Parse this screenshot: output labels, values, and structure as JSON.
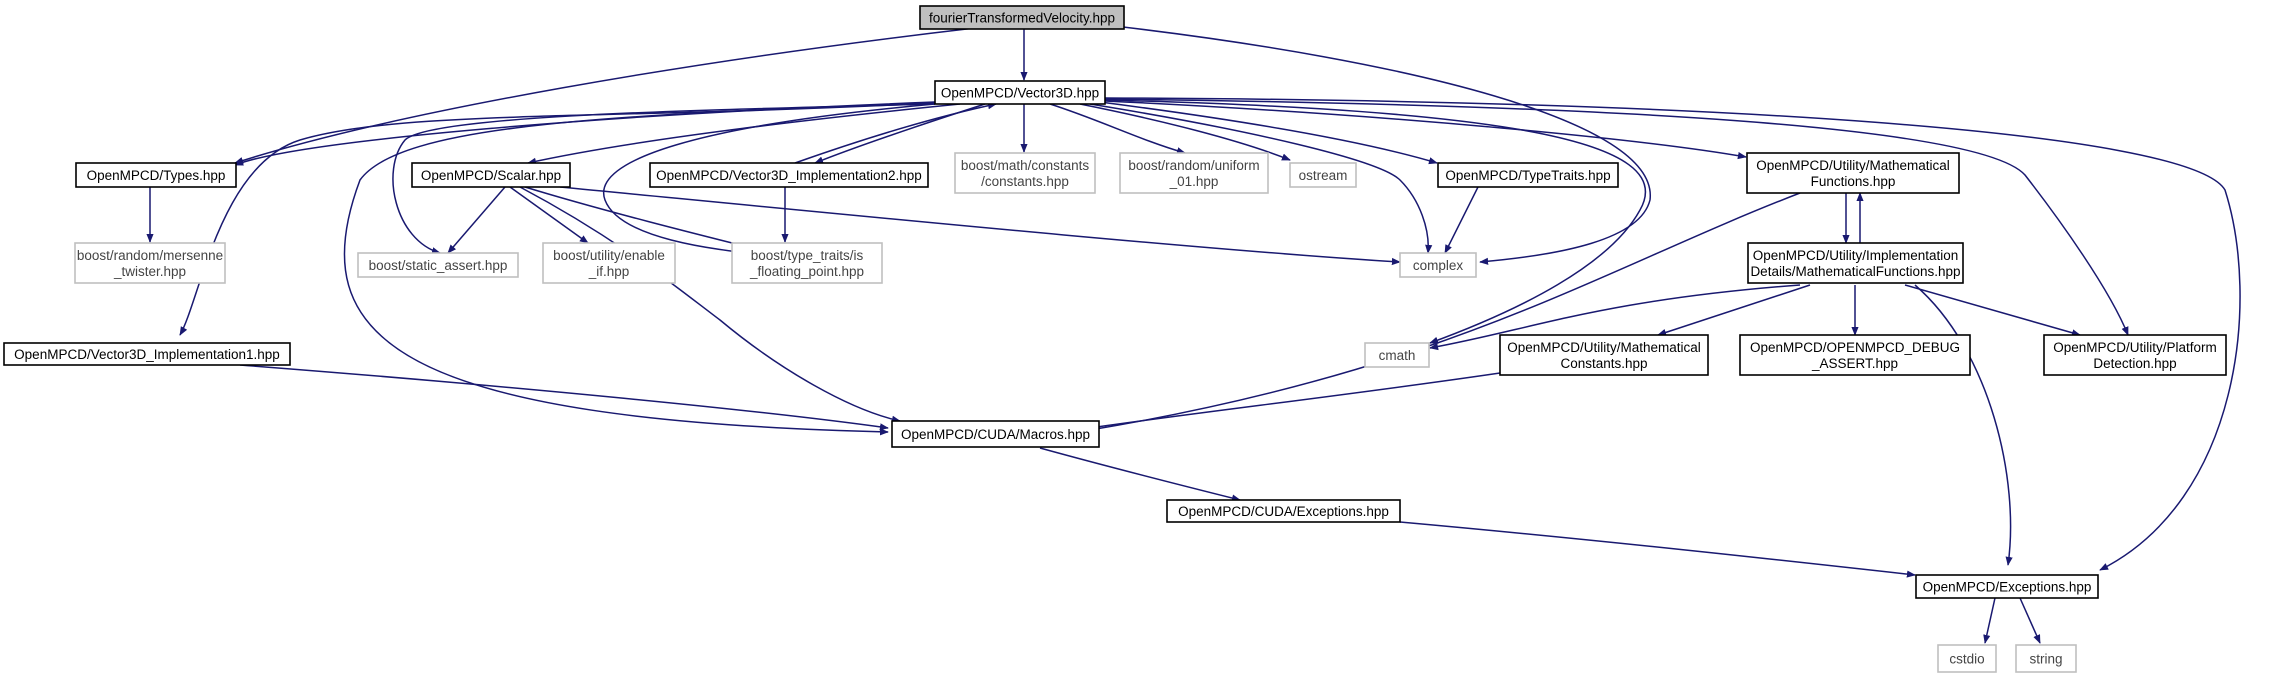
{
  "graph": {
    "edge_color": "#191970",
    "ext_border_color": "#bfbfbf",
    "root_fill": "#bfbfbf",
    "nodes": [
      {
        "id": "root",
        "lines": [
          "fourierTransformedVelocity.hpp"
        ],
        "style": "root"
      },
      {
        "id": "vector3d",
        "lines": [
          "OpenMPCD/Vector3D.hpp"
        ],
        "style": "solid"
      },
      {
        "id": "types",
        "lines": [
          "OpenMPCD/Types.hpp"
        ],
        "style": "solid"
      },
      {
        "id": "scalar",
        "lines": [
          "OpenMPCD/Scalar.hpp"
        ],
        "style": "solid"
      },
      {
        "id": "impl2",
        "lines": [
          "OpenMPCD/Vector3D_Implementation2.hpp"
        ],
        "style": "solid"
      },
      {
        "id": "mathconst",
        "lines": [
          "boost/math/constants",
          "/constants.hpp"
        ],
        "style": "ext"
      },
      {
        "id": "uniform",
        "lines": [
          "boost/random/uniform",
          "_01.hpp"
        ],
        "style": "ext"
      },
      {
        "id": "ostream",
        "lines": [
          "ostream"
        ],
        "style": "ext"
      },
      {
        "id": "typetraits",
        "lines": [
          "OpenMPCD/TypeTraits.hpp"
        ],
        "style": "solid"
      },
      {
        "id": "mathfunc",
        "lines": [
          "OpenMPCD/Utility/Mathematical",
          "Functions.hpp"
        ],
        "style": "solid"
      },
      {
        "id": "mersenne",
        "lines": [
          "boost/random/mersenne",
          "_twister.hpp"
        ],
        "style": "ext"
      },
      {
        "id": "staticassert",
        "lines": [
          "boost/static_assert.hpp"
        ],
        "style": "ext"
      },
      {
        "id": "enableif",
        "lines": [
          "boost/utility/enable",
          "_if.hpp"
        ],
        "style": "ext"
      },
      {
        "id": "isfloat",
        "lines": [
          "boost/type_traits/is",
          "_floating_point.hpp"
        ],
        "style": "ext"
      },
      {
        "id": "complex",
        "lines": [
          "complex"
        ],
        "style": "ext"
      },
      {
        "id": "impldetails",
        "lines": [
          "OpenMPCD/Utility/Implementation",
          "Details/MathematicalFunctions.hpp"
        ],
        "style": "solid"
      },
      {
        "id": "impl1",
        "lines": [
          "OpenMPCD/Vector3D_Implementation1.hpp"
        ],
        "style": "solid"
      },
      {
        "id": "cmath",
        "lines": [
          "cmath"
        ],
        "style": "ext"
      },
      {
        "id": "mathconsts",
        "lines": [
          "OpenMPCD/Utility/Mathematical",
          "Constants.hpp"
        ],
        "style": "solid"
      },
      {
        "id": "debugassert",
        "lines": [
          "OpenMPCD/OPENMPCD_DEBUG",
          "_ASSERT.hpp"
        ],
        "style": "solid"
      },
      {
        "id": "platform",
        "lines": [
          "OpenMPCD/Utility/Platform",
          "Detection.hpp"
        ],
        "style": "solid"
      },
      {
        "id": "macros",
        "lines": [
          "OpenMPCD/CUDA/Macros.hpp"
        ],
        "style": "solid"
      },
      {
        "id": "cudaexc",
        "lines": [
          "OpenMPCD/CUDA/Exceptions.hpp"
        ],
        "style": "solid"
      },
      {
        "id": "exceptions",
        "lines": [
          "OpenMPCD/Exceptions.hpp"
        ],
        "style": "solid"
      },
      {
        "id": "cstdio",
        "lines": [
          "cstdio"
        ],
        "style": "ext"
      },
      {
        "id": "string",
        "lines": [
          "string"
        ],
        "style": "ext"
      }
    ]
  }
}
